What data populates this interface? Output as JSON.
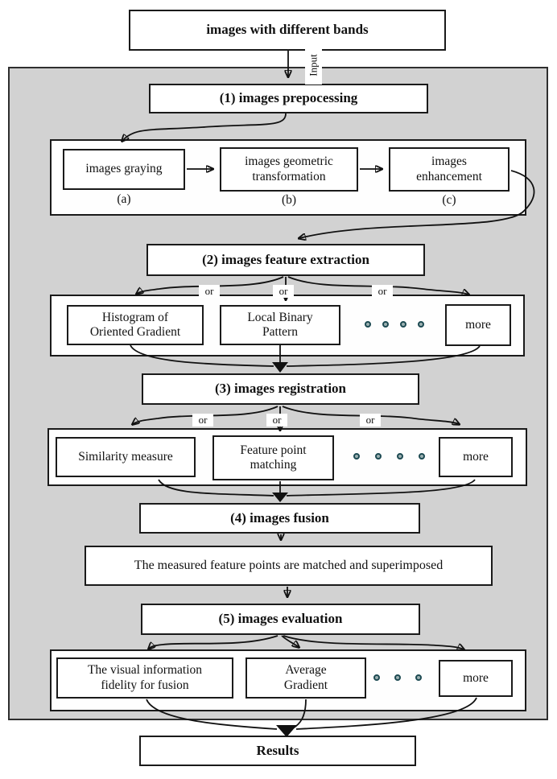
{
  "colors": {
    "panel_bg": "#d2d2d2",
    "line": "#111111",
    "box_border": "#1a1a1a",
    "dot_ring": "#1d4a52"
  },
  "top_box": {
    "label": "images with different bands"
  },
  "input_arrow": {
    "label": "Input"
  },
  "or_label": "or",
  "steps": {
    "s1": "(1) images prepocessing",
    "s2": "(2) images feature extraction",
    "s3": "(3) images registration",
    "s4": "(4) images fusion",
    "s5": "(5) images evaluation"
  },
  "preprocessing_row": {
    "graying": "images graying",
    "graying_caption": "(a)",
    "geometric": "images geometric transformation",
    "geometric_caption": "(b)",
    "enhancement": "images enhancement",
    "enhancement_caption": "(c)"
  },
  "feature_row": {
    "hog": "Histogram of Oriented Gradient",
    "lbp": "Local Binary Pattern",
    "more": "more",
    "dots": 4
  },
  "registration_row": {
    "similarity": "Similarity measure",
    "fpm": "Feature point matching",
    "more": "more",
    "dots": 4
  },
  "fusion_note": "The measured feature points are matched and superimposed",
  "evaluation_row": {
    "vif": "The visual information fidelity for fusion",
    "avg": "Average Gradient",
    "more": "more",
    "dots": 3
  },
  "results_box": "Results"
}
